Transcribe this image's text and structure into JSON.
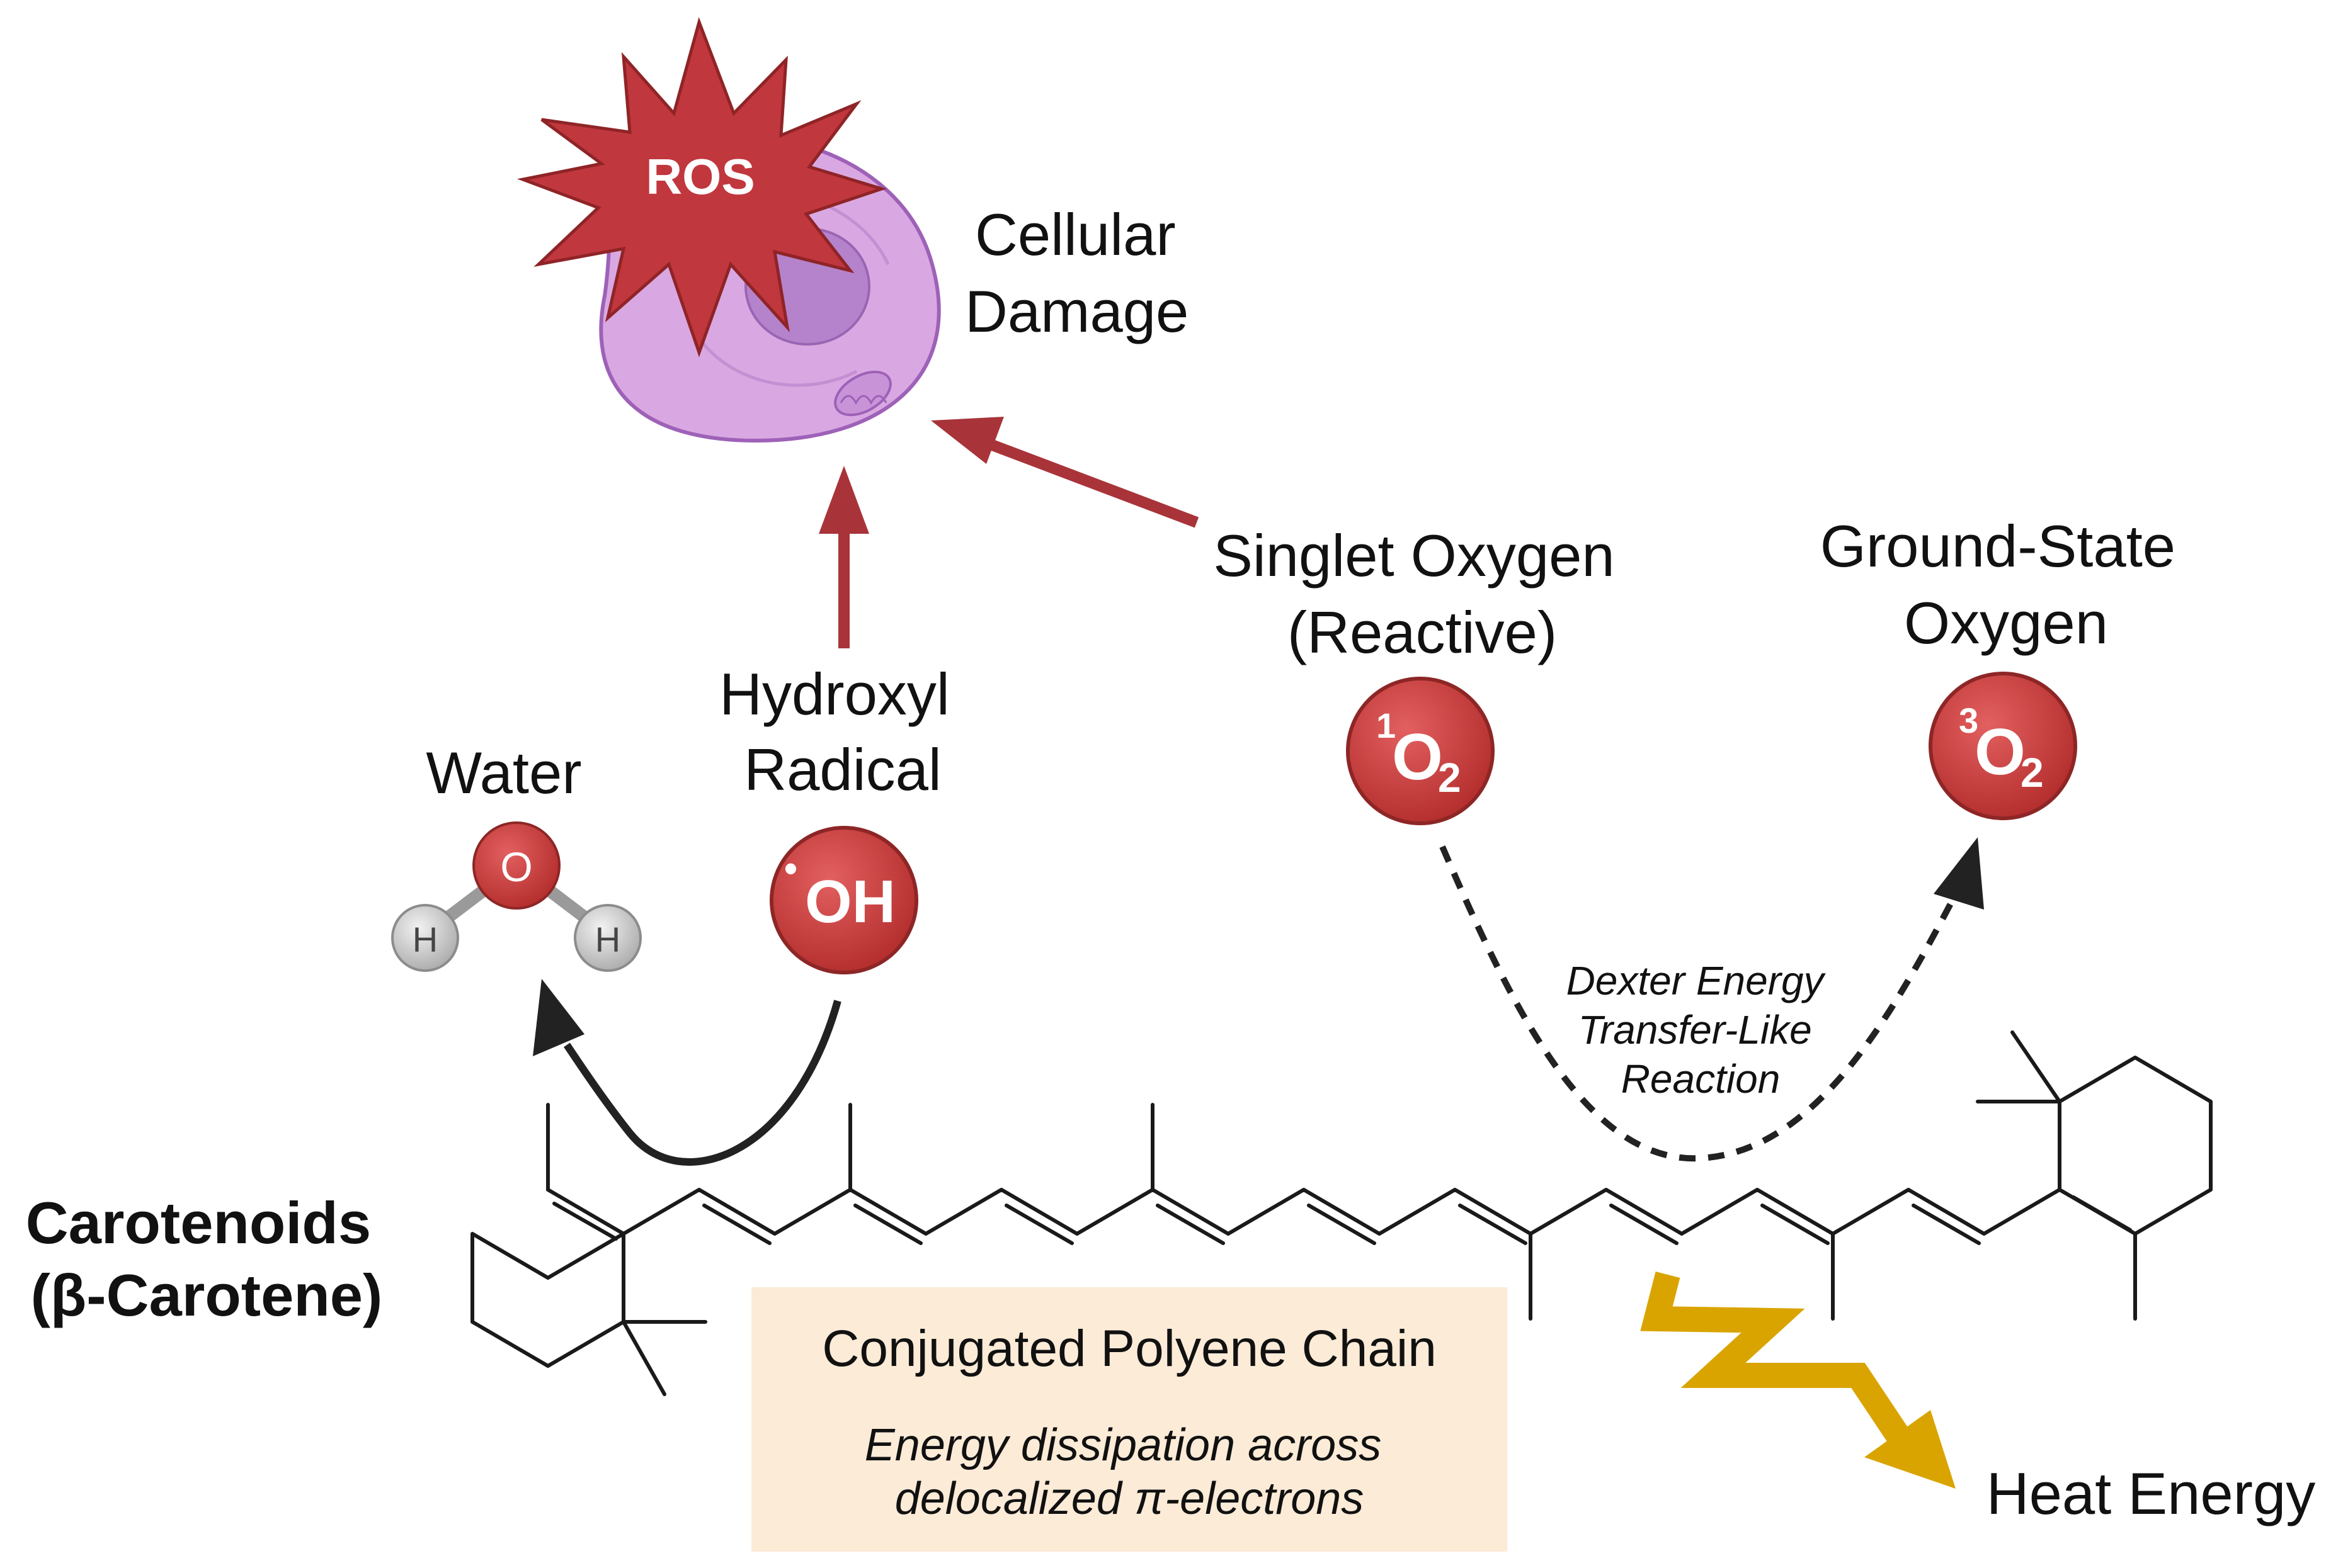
{
  "labels": {
    "cellular_damage": [
      "Cellular",
      "Damage"
    ],
    "ros": "ROS",
    "water": "Water",
    "hydroxyl_radical": [
      "Hydroxyl",
      "Radical"
    ],
    "singlet_oxygen": [
      "Singlet Oxygen",
      "(Reactive)"
    ],
    "ground_state_oxygen": [
      "Ground-State",
      "Oxygen"
    ],
    "dexter": [
      "Dexter Energy",
      "Transfer-Like",
      "Reaction"
    ],
    "carotenoids": [
      "Carotenoids",
      "(β-Carotene)"
    ],
    "polyene_title": "Conjugated Polyene Chain",
    "polyene_desc": [
      "Energy dissipation across",
      "delocalized π-electrons"
    ],
    "heat_energy": "Heat Energy"
  },
  "atoms": {
    "water_o": "O",
    "water_h1": "H",
    "water_h2": "H",
    "hydroxyl_dot": "•",
    "hydroxyl": "OH",
    "singlet_sup": "1",
    "singlet_o": "O",
    "singlet_sub": "2",
    "ground_sup": "3",
    "ground_o": "O",
    "ground_sub": "2"
  },
  "colors": {
    "molecule_red": "#C53C3C",
    "arrow_red": "#A8343A",
    "cell_fill": "#D7A6E0",
    "nucleus": "#B884CC",
    "ros_star": "#C1373E",
    "heat_yellow": "#D9A400",
    "box_fill": "#FCEBD7",
    "hydrogen_gray": "#CFCFCF"
  }
}
